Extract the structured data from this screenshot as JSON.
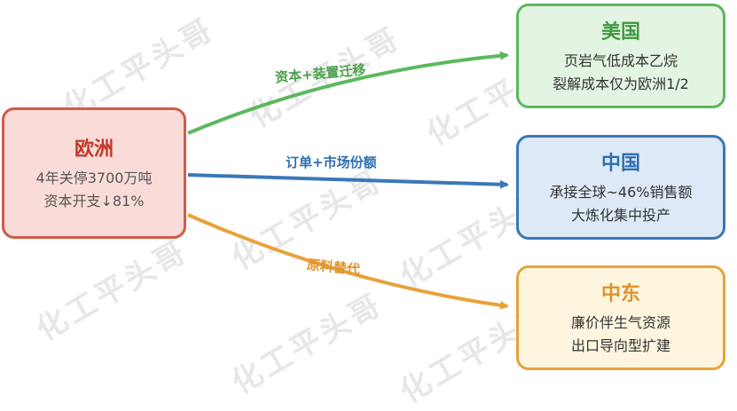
{
  "watermark": "化工平头哥",
  "source": {
    "title": "欧洲",
    "lines": [
      "4年关停3700万吨",
      "资本开支↓81%"
    ]
  },
  "targets": [
    {
      "key": "usa",
      "title": "美国",
      "lines": [
        "页岩气低成本乙烷",
        "裂解成本仅为欧洲1/2"
      ],
      "edge_label": "资本+装置迁移"
    },
    {
      "key": "china",
      "title": "中国",
      "lines": [
        "承接全球~46%销售额",
        "大炼化集中投产"
      ],
      "edge_label": "订单+市场份额"
    },
    {
      "key": "me",
      "title": "中东",
      "lines": [
        "廉价伴生气资源",
        "出口导向型扩建"
      ],
      "edge_label": "原料替代"
    }
  ],
  "colors": {
    "europe": "#d15b47",
    "usa": "#5cb85c",
    "china": "#3a78b8",
    "middle_east": "#e8a23a"
  }
}
